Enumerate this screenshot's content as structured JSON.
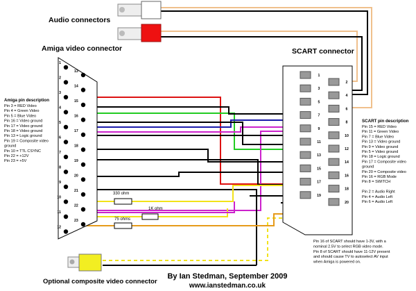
{
  "headings": {
    "audio_connectors": "Audio connectors",
    "amiga_video_connector": "Amiga video connector",
    "scart_connector": "SCART connector",
    "amiga_pin_description": "Amiga pin description",
    "scart_pin_description": "SCART pin description",
    "composite_connector": "Optional composite video connector"
  },
  "amiga_description_lines": [
    "Pin 3 = RED Video",
    "Pin 4 = Green Video",
    "Pin 5 = Blue Video",
    "Pin 16 = Video ground",
    "Pin 17 = Video ground",
    "Pin 18 = Video ground",
    "Pin 13 = Logic ground",
    "Pin 19 = Composite video",
    "ground",
    "Pin 10 = TTL CSYNC",
    "Pin 22 = +12V",
    "Pin 23 = +5V"
  ],
  "scart_description_lines": [
    "Pin 15 = RED Video",
    "Pin 11 = Green Video",
    "Pin 7 = Blue Video",
    "Pin 13 = Video ground",
    "Pin 9 = Video ground",
    "Pin 5 = Video ground",
    "Pin 18 = Logic ground",
    "Pin 17 = Composite video",
    "ground",
    "Pin 20 = Composite video",
    "Pin 16 = RGB Mode",
    "Pin 8 = SWITCH",
    "",
    "Pin 2 = Audio Right",
    "Pin 4 = Audio Left",
    "Pin 6 = Audio Left"
  ],
  "resistors": {
    "r1": "330 ohm",
    "r2": "1K ohm",
    "r3": "75 ohms"
  },
  "notes_lines": [
    "Pin 16 of SCART should have 1-3V, with a",
    "nominal 2.5V to select RGB video mode.",
    "Pin 8 of SCART should have 11-12V present",
    "and should cause TV to autoselect AV input",
    "when Amiga is powered on."
  ],
  "footer": {
    "credit": "By  Ian Stedman, September 2009",
    "url": "www.ianstedman.co.uk"
  },
  "amiga_left_pins": [
    "1",
    "2",
    "3",
    "4",
    "5",
    "6",
    "7",
    "8",
    "9",
    "10",
    "11",
    "12"
  ],
  "amiga_right_pins": [
    "13",
    "14",
    "15",
    "16",
    "17",
    "18",
    "19",
    "20",
    "21",
    "22",
    "23"
  ],
  "scart_left_pins": [
    "1",
    "3",
    "5",
    "7",
    "9",
    "11",
    "13",
    "15",
    "17",
    "19"
  ],
  "scart_right_pins": [
    "2",
    "4",
    "6",
    "8",
    "10",
    "12",
    "14",
    "16",
    "18",
    "20"
  ],
  "colors": {
    "red": "#dd1111",
    "green": "#22cc22",
    "blue": "#1a1aaa",
    "magenta": "#cc22cc",
    "yellow": "#f2e21a",
    "orange": "#e69a1a",
    "peach": "#f0c08c",
    "black": "#000000"
  }
}
